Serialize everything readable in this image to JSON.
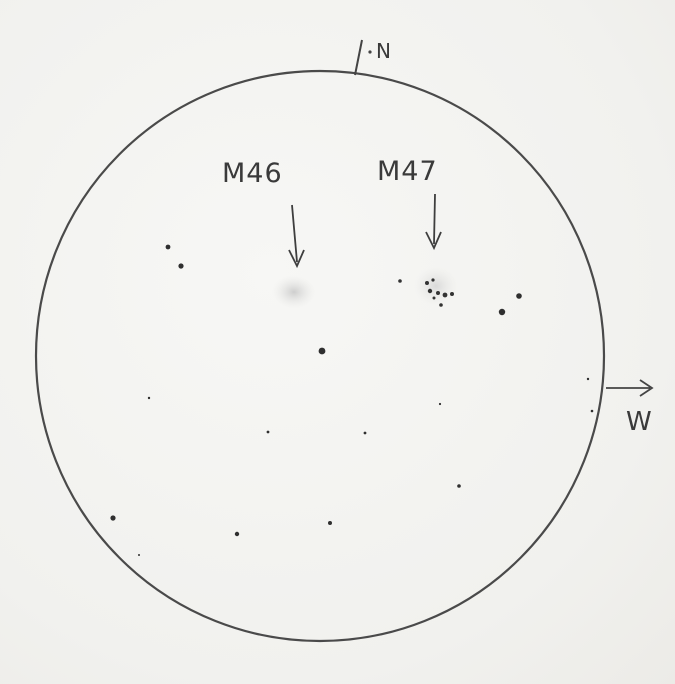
{
  "labels": {
    "north": "N",
    "west": "W",
    "m46": "M46",
    "m47": "M47"
  },
  "colors": {
    "paper": "#f4f4f2",
    "pencil": "#3a3a3a",
    "nebula": "#cfcfcf"
  }
}
